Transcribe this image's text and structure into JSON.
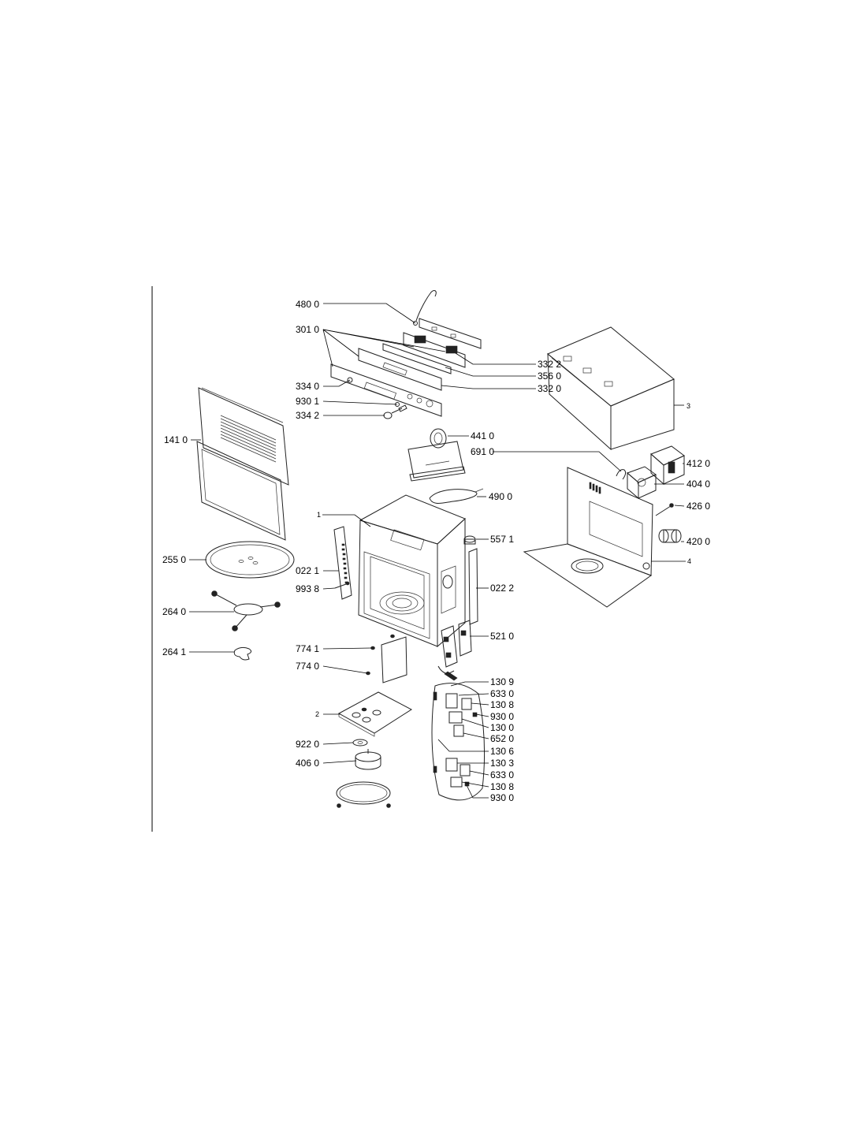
{
  "labels": {
    "l480_0": "480 0",
    "l301_0": "301 0",
    "l334_0": "334 0",
    "l930_1": "930 1",
    "l334_2": "334 2",
    "l141_0": "141 0",
    "l255_0": "255 0",
    "l264_0": "264 0",
    "l264_1": "264 1",
    "l1_top": "1",
    "l022_1": "022 1",
    "l993_8": "993 8",
    "l774_1": "774 1",
    "l774_0": "774 0",
    "l2": "2",
    "l922_0": "922 0",
    "l406_0": "406 0",
    "l332_2": "332 2",
    "l356_0": "356 0",
    "l332_0": "332 0",
    "l441_0": "441 0",
    "l691_0": "691 0",
    "l490_0": "490 0",
    "l557_1": "557 1",
    "l022_2": "022 2",
    "l521_0": "521 0",
    "l130_9": "130 9",
    "l633_0a": "633 0",
    "l130_8a": "130 8",
    "l930_0a": "930 0",
    "l130_0": "130 0",
    "l652_0": "652 0",
    "l130_6": "130 6",
    "l130_3": "130 3",
    "l633_0b": "633 0",
    "l130_8b": "130 8",
    "l930_0b": "930 0",
    "l3": "3",
    "l412_0": "412 0",
    "l404_0": "404 0",
    "l426_0": "426 0",
    "l420_0": "420 0",
    "l4": "4"
  }
}
